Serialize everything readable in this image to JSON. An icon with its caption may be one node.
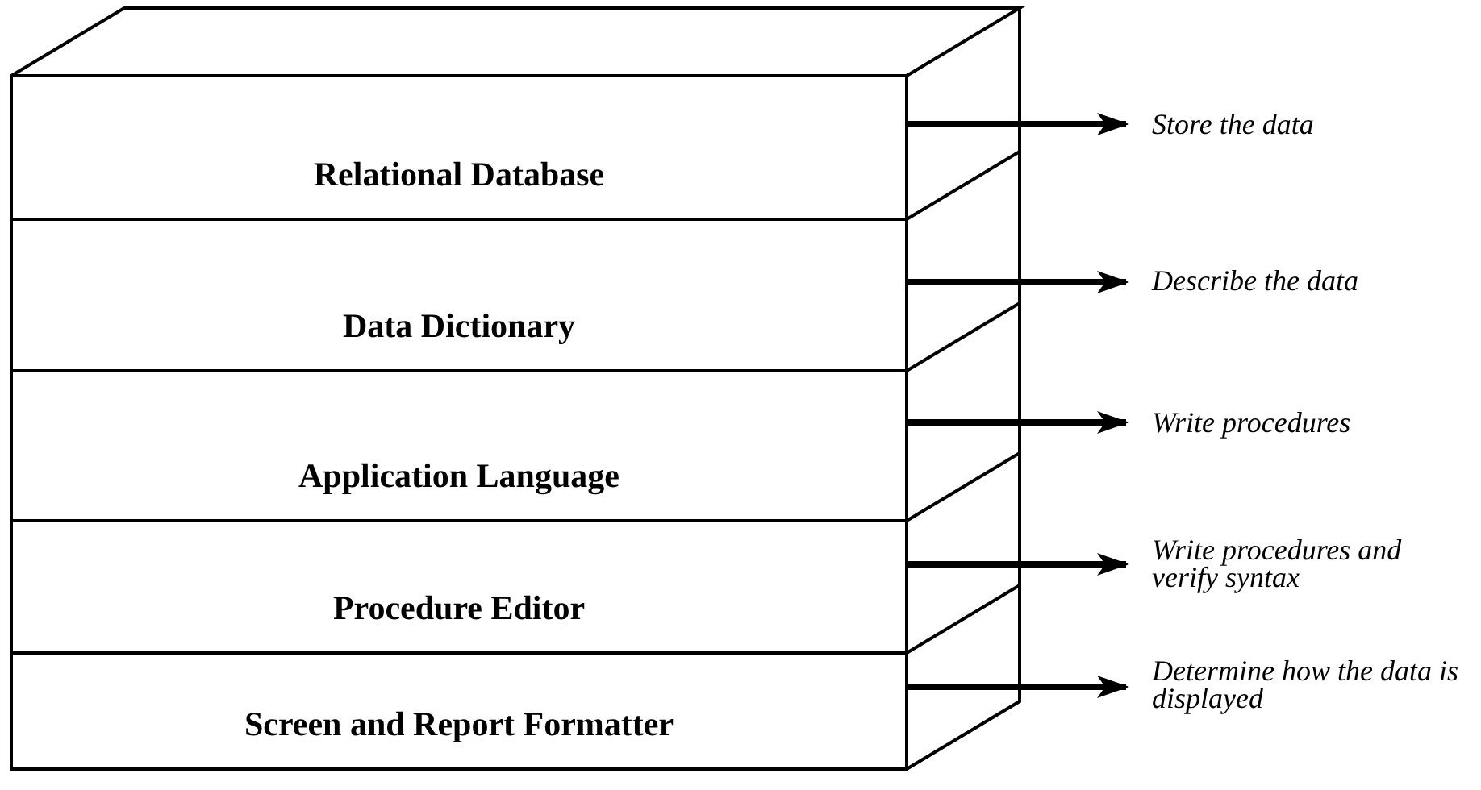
{
  "diagram": {
    "nodes": [
      {
        "text": [
          "Relational Database"
        ]
      },
      {
        "text": [
          "Data Dictionary"
        ]
      },
      {
        "text": [
          "Application Language"
        ]
      },
      {
        "text": [
          "Procedure Editor"
        ]
      },
      {
        "text": [
          "Screen and Report Formatter"
        ]
      },
      {
        "text": [
          "Store the data"
        ]
      },
      {
        "text": [
          "Describe the data"
        ]
      },
      {
        "text": [
          "Write procedures"
        ]
      },
      {
        "text": [
          "Write procedures and verify syntax"
        ]
      },
      {
        "text": [
          "Determine how the data is displayed"
        ]
      }
    ],
    "edges": [
      {
        "from": 0,
        "to": 5,
        "arrow": "to"
      },
      {
        "from": 1,
        "to": 6,
        "arrow": "to"
      },
      {
        "from": 2,
        "to": 7,
        "arrow": "to"
      },
      {
        "from": 3,
        "to": 8,
        "arrow": "to"
      },
      {
        "from": 4,
        "to": 9,
        "arrow": "to"
      }
    ]
  }
}
